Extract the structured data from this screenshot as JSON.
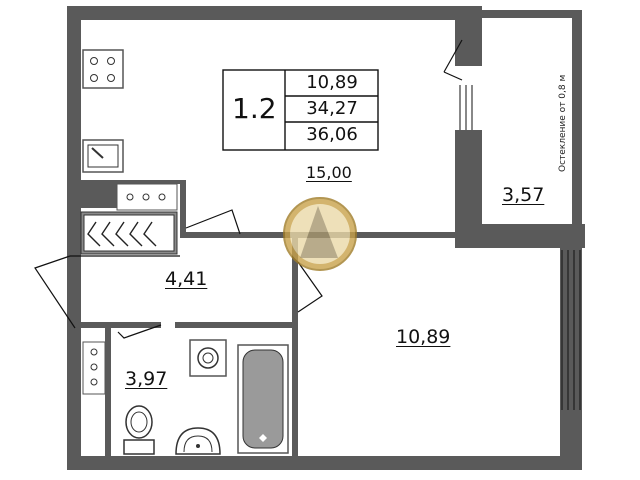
{
  "unit": {
    "id": "1.2",
    "areas": {
      "living": "10,89",
      "total": "34,27",
      "total_with_balcony": "36,06"
    }
  },
  "rooms": {
    "kitchen": "15,00",
    "balcony": "3,57",
    "hall": "4,41",
    "bedroom": "10,89",
    "bathroom": "3,97"
  },
  "notes": {
    "glazing": "Остекление от 0,8 м"
  },
  "colors": {
    "wall": "#5a5a5a",
    "fixture": "#8a8a8a",
    "line": "#111111"
  }
}
